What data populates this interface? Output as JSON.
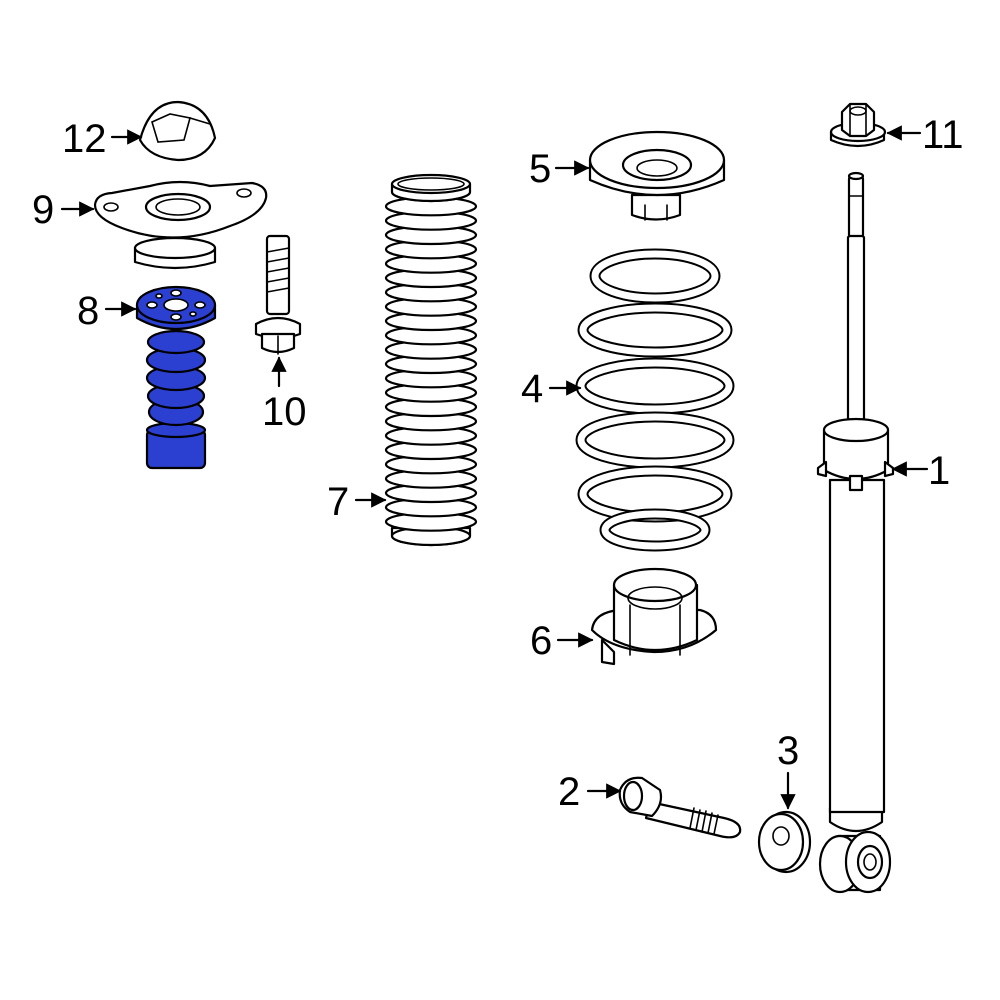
{
  "colors": {
    "highlight": "#2b3fd1",
    "line": "#000000",
    "background": "#ffffff"
  },
  "highlighted_part": "8",
  "callouts": [
    {
      "id": "1",
      "label": "1"
    },
    {
      "id": "2",
      "label": "2"
    },
    {
      "id": "3",
      "label": "3"
    },
    {
      "id": "4",
      "label": "4"
    },
    {
      "id": "5",
      "label": "5"
    },
    {
      "id": "6",
      "label": "6"
    },
    {
      "id": "7",
      "label": "7"
    },
    {
      "id": "8",
      "label": "8"
    },
    {
      "id": "9",
      "label": "9"
    },
    {
      "id": "10",
      "label": "10"
    },
    {
      "id": "11",
      "label": "11"
    },
    {
      "id": "12",
      "label": "12"
    }
  ]
}
